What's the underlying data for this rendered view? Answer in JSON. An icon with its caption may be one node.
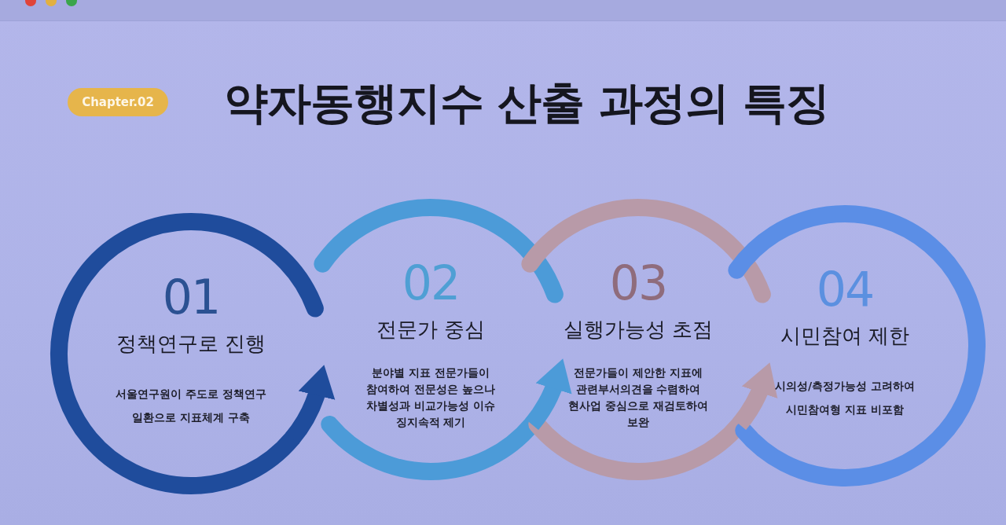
{
  "diagram": {
    "title": "약자동행지수 산출 과정의 특징",
    "nodes": [
      {
        "text": [
          "01",
          "정책연구로 진행",
          "서울연구원이 주도로 정책연구 일환으로 지표체계 구축"
        ]
      },
      {
        "text": [
          "02",
          "전문가 중심",
          "분야별 지표 전문가들이 참여하여 전문성은 높으나 차별성과 비교가능성 이슈 징지속적 제기"
        ]
      },
      {
        "text": [
          "03",
          "실행가능성 초점",
          "전문가들이 제안한 지표에 관련부서의견을 수렴하여 현사업 중심으로 재검토하여 보완"
        ]
      },
      {
        "text": [
          "04",
          "시민참여 제한",
          "시의성/측정가능성 고려하여 시민참여형 지표 비포함"
        ]
      }
    ],
    "edges": [
      {
        "from": 0,
        "to": 1,
        "arrow": "to",
        "color": "#1f4c9c"
      },
      {
        "from": 1,
        "to": 2,
        "arrow": "to",
        "color": "#4c9bd8"
      },
      {
        "from": 2,
        "to": 3,
        "arrow": "to",
        "color": "#b89aa8"
      }
    ],
    "labels": [
      "Chapter.02"
    ]
  }
}
